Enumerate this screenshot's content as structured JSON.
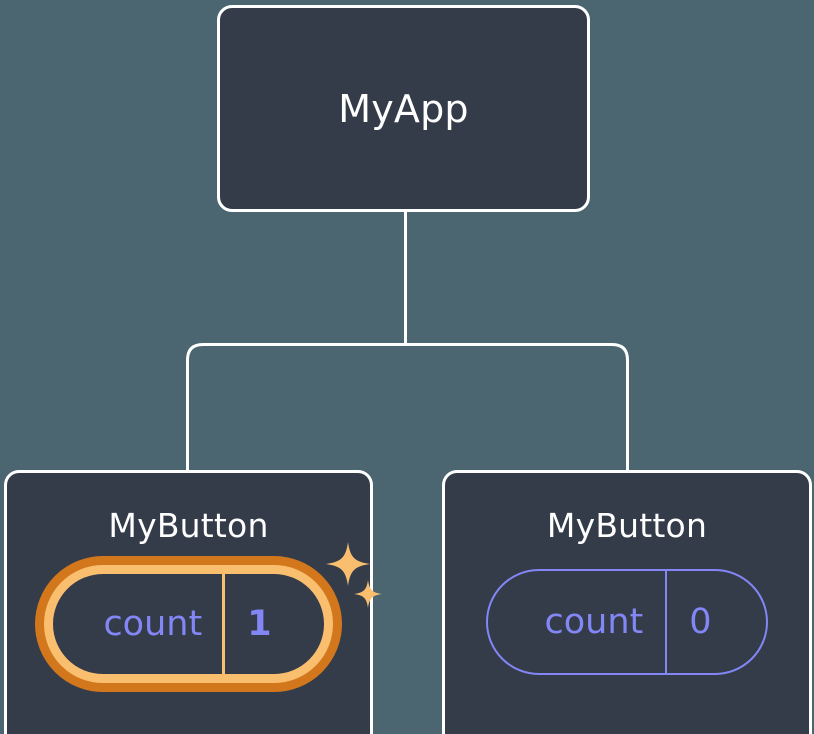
{
  "diagram": {
    "title": "React component tree with highlighted state update",
    "background_color": "#4b6670",
    "node_fill_color": "#343b49",
    "node_border_color": "#ffffff",
    "connector_color": "#ffffff",
    "state_color": "#8287f5",
    "highlight_outer_color": "#d3771c",
    "highlight_inner_color": "#f9be6e"
  },
  "root": {
    "label": "MyApp"
  },
  "children": [
    {
      "label": "MyButton",
      "state": {
        "key": "count",
        "value": "1"
      },
      "highlighted": true,
      "sparkle_big": "sparkle-icon",
      "sparkle_small": "sparkle-icon"
    },
    {
      "label": "MyButton",
      "state": {
        "key": "count",
        "value": "0"
      },
      "highlighted": false
    }
  ]
}
